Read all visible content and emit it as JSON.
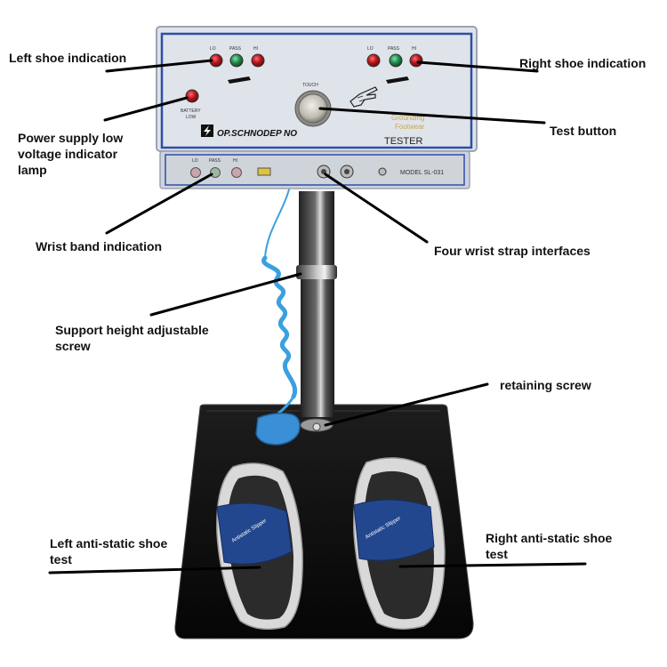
{
  "callouts": {
    "left_shoe_indication": "Left shoe indication",
    "right_shoe_indication": "Right shoe indication",
    "power_supply_lamp": "Power supply low\nvoltage indicator\nlamp",
    "test_button": "Test button",
    "wrist_band_indication": "Wrist band indication",
    "four_wrist_strap_interfaces": "Four wrist strap interfaces",
    "support_height_screw": "Support height adjustable\nscrew",
    "retaining_screw": "retaining screw",
    "left_shoe_test": "Left anti-static shoe\ntest",
    "right_shoe_test": "Right anti-static shoe\ntest"
  },
  "device": {
    "lamp_labels": [
      "LO",
      "PASS",
      "HI"
    ],
    "battery_label": "BATTERY\nLOW",
    "touch_label": "TOUCH",
    "brand": "OP.SCHNODEP NO",
    "product_line1": "Grounding",
    "product_line2": "Footwear",
    "tester": "TESTER",
    "model": "MODEL  SL-031",
    "slipper_text": "Antistatic Slipper"
  },
  "colors": {
    "panel": "#dfe3ea",
    "frame": "#2b50a8",
    "lamp_red": "#b4141c",
    "lamp_green": "#1f8a4a",
    "slipper": "#23478f",
    "base": "#111111",
    "cord": "#3aa0e0"
  }
}
